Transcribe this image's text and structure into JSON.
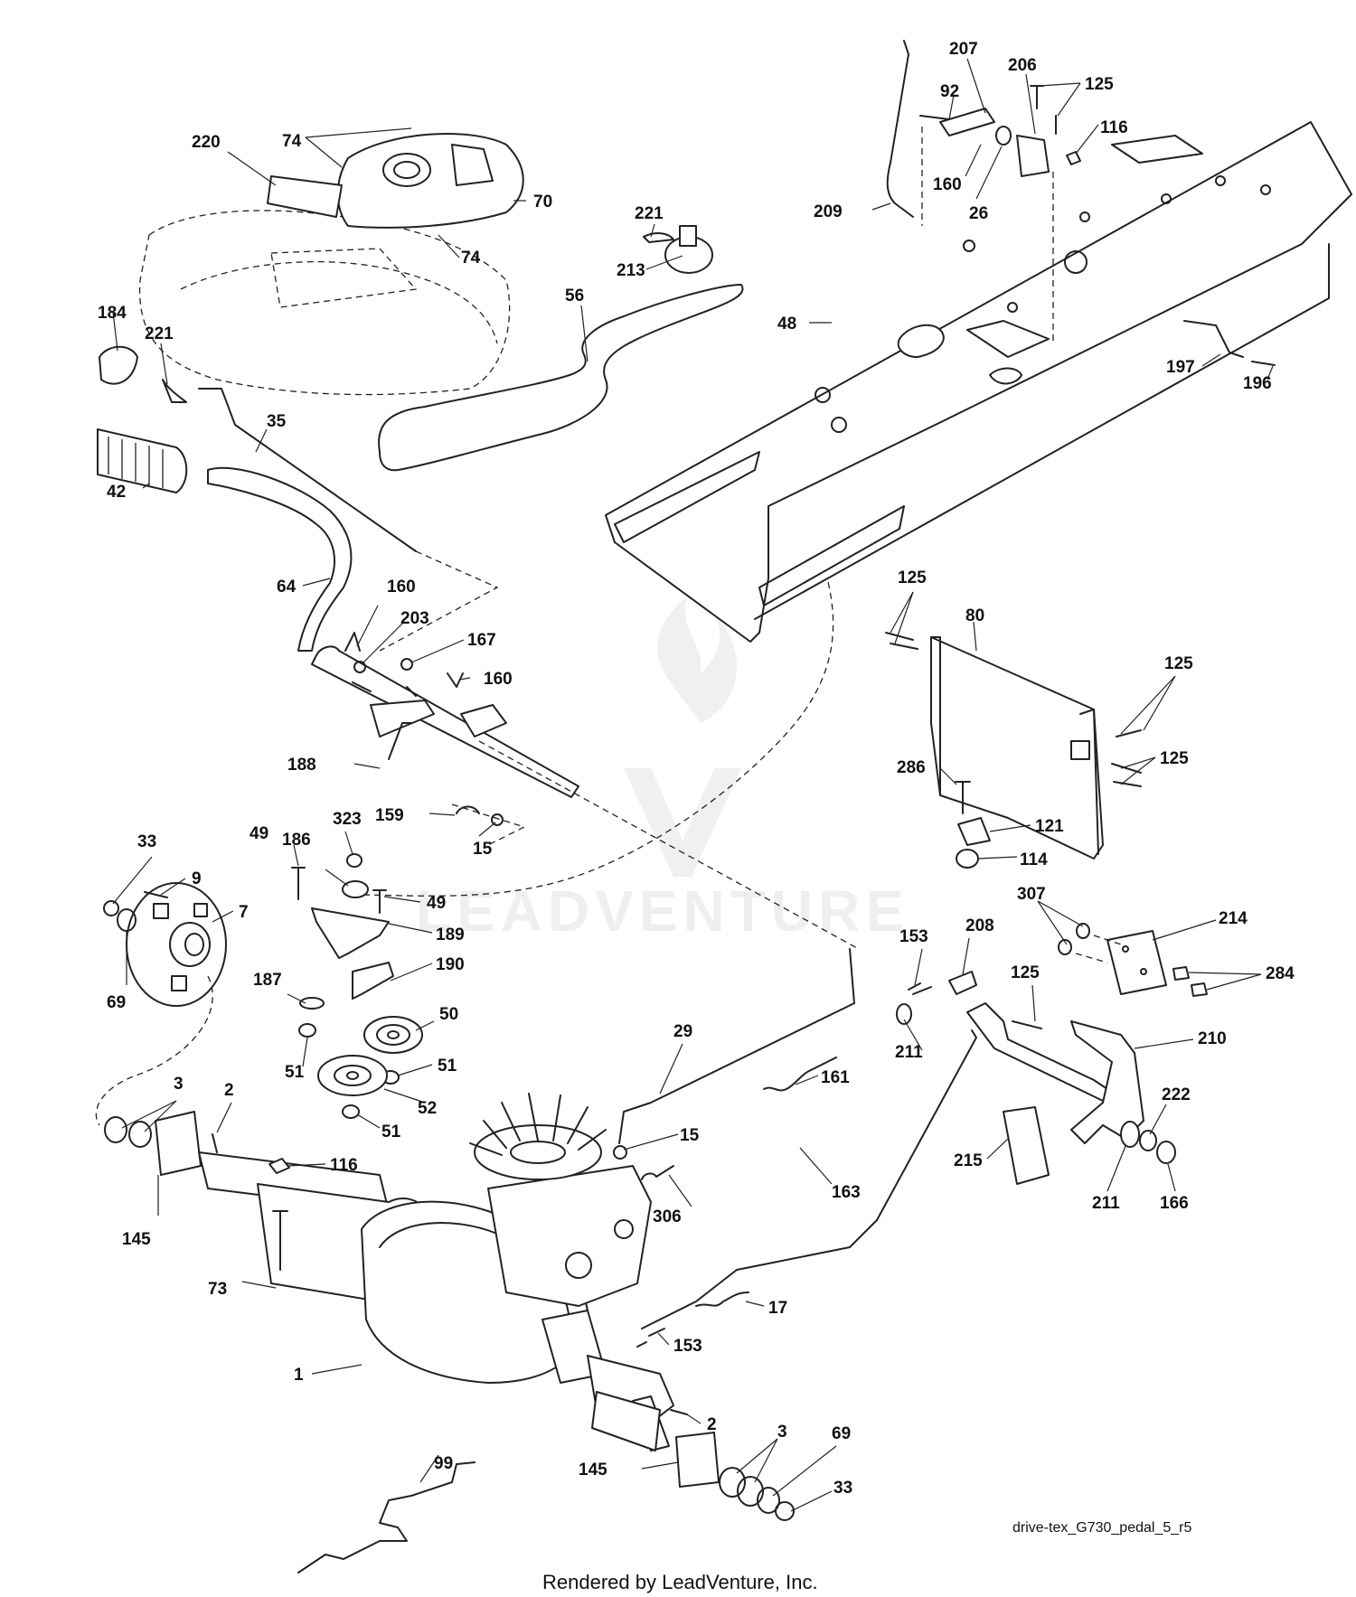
{
  "diagram_id": "drive-tex_G730_pedal_5_r5",
  "footer": "Rendered by LeadVenture, Inc.",
  "watermark": "LEADVENTURE",
  "callouts": [
    "220",
    "74",
    "70",
    "74",
    "221",
    "213",
    "56",
    "207",
    "206",
    "125",
    "92",
    "116",
    "160",
    "26",
    "209",
    "48",
    "197",
    "196",
    "184",
    "221",
    "35",
    "42",
    "64",
    "160",
    "203",
    "167",
    "160",
    "188",
    "159",
    "15",
    "125",
    "80",
    "125",
    "125",
    "286",
    "121",
    "114",
    "33",
    "9",
    "7",
    "69",
    "49",
    "186",
    "323",
    "49",
    "189",
    "187",
    "190",
    "50",
    "51",
    "51",
    "52",
    "51",
    "3",
    "2",
    "145",
    "116",
    "73",
    "29",
    "15",
    "306",
    "161",
    "163",
    "17",
    "153",
    "1",
    "2",
    "99",
    "145",
    "3",
    "69",
    "33",
    "153",
    "208",
    "125",
    "307",
    "214",
    "284",
    "211",
    "210",
    "222",
    "215",
    "211",
    "166"
  ]
}
